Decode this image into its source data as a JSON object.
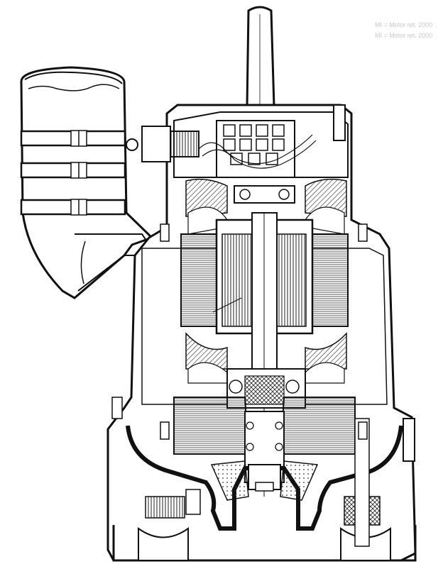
{
  "figure": {
    "description_free": true,
    "ink_color": "#111111",
    "paper_color": "#ffffff",
    "hatch_color": "#2a2a2a",
    "fill_shade": "#d8d8d8"
  },
  "bleed_text": {
    "line1": "MI = Motor ret. 2000",
    "line2": "MI = Motor ret. 2000"
  },
  "icons": [
    "pump-body",
    "discharge-pipe",
    "shaft",
    "stator",
    "rotor",
    "oil-chamber",
    "impeller",
    "bearing"
  ]
}
